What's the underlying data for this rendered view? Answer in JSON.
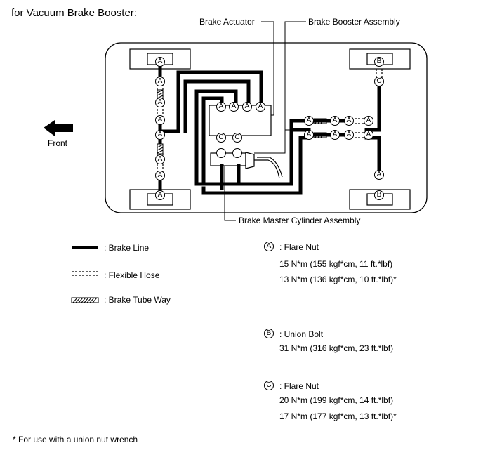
{
  "heading": "for Vacuum Brake Booster:",
  "callouts": {
    "brake_actuator": "Brake Actuator",
    "brake_booster_assembly": "Brake Booster Assembly",
    "brake_master_cylinder_assembly": "Brake Master Cylinder Assembly",
    "front": "Front"
  },
  "markers": {
    "a": "A",
    "b": "B",
    "c": "C"
  },
  "legend": {
    "brake_line": ": Brake Line",
    "flexible_hose": ": Flexible Hose",
    "brake_tube_way": ": Brake Tube Way"
  },
  "torque": {
    "a_title": ": Flare Nut",
    "a_line1": "15 N*m (155 kgf*cm, 11 ft.*lbf)",
    "a_line2": "13 N*m (136 kgf*cm, 10 ft.*lbf)*",
    "b_title": ": Union Bolt",
    "b_line1": "31 N*m (316 kgf*cm, 23 ft.*lbf)",
    "c_title": ": Flare Nut",
    "c_line1": "20 N*m (199 kgf*cm, 14 ft.*lbf)",
    "c_line2": "17 N*m (177 kgf*cm, 13 ft.*lbf)*"
  },
  "footnote": "* For use with a union nut wrench"
}
